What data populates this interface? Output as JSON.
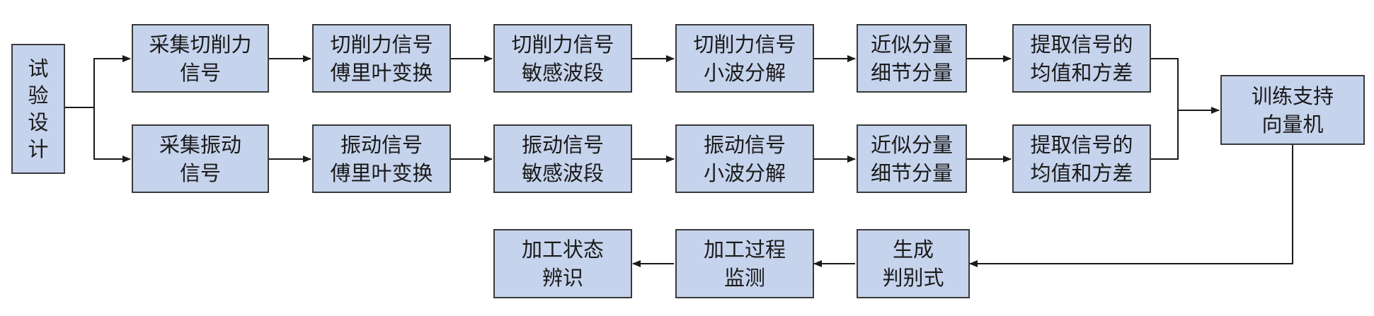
{
  "colors": {
    "box_fill": "#c6d3ec",
    "box_border": "#3a3a3a",
    "line": "#1a1a1a"
  },
  "nodes": {
    "design": {
      "lines": [
        "试",
        "验",
        "设",
        "计"
      ]
    },
    "cut_collect": {
      "lines": [
        "采集切削力",
        "信号"
      ]
    },
    "cut_fft": {
      "lines": [
        "切削力信号",
        "傅里叶变换"
      ]
    },
    "cut_band": {
      "lines": [
        "切削力信号",
        "敏感波段"
      ]
    },
    "cut_wavelet": {
      "lines": [
        "切削力信号",
        "小波分解"
      ]
    },
    "cut_approx": {
      "lines": [
        "近似分量",
        "细节分量"
      ]
    },
    "cut_stats": {
      "lines": [
        "提取信号的",
        "均值和方差"
      ]
    },
    "vib_collect": {
      "lines": [
        "采集振动",
        "信号"
      ]
    },
    "vib_fft": {
      "lines": [
        "振动信号",
        "傅里叶变换"
      ]
    },
    "vib_band": {
      "lines": [
        "振动信号",
        "敏感波段"
      ]
    },
    "vib_wavelet": {
      "lines": [
        "振动信号",
        "小波分解"
      ]
    },
    "vib_approx": {
      "lines": [
        "近似分量",
        "细节分量"
      ]
    },
    "vib_stats": {
      "lines": [
        "提取信号的",
        "均值和方差"
      ]
    },
    "svm": {
      "lines": [
        "训练支持",
        "向量机"
      ]
    },
    "discriminant": {
      "lines": [
        "生成",
        "判别式"
      ]
    },
    "monitor": {
      "lines": [
        "加工过程",
        "监测"
      ]
    },
    "identify": {
      "lines": [
        "加工状态",
        "辨识"
      ]
    }
  }
}
